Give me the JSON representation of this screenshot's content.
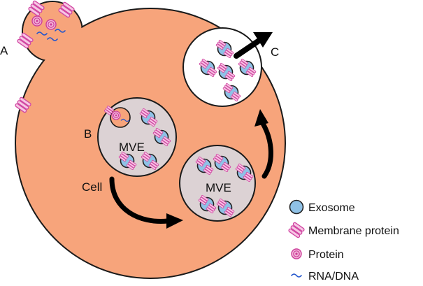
{
  "labels": {
    "a": "A",
    "b": "B",
    "c": "C",
    "cell": "Cell",
    "mve_1": "MVE",
    "mve_2": "MVE"
  },
  "legend": {
    "items": [
      {
        "icon": "exosome-icon",
        "label": "Exosome"
      },
      {
        "icon": "membrane-protein-icon",
        "label": "Membrane protein"
      },
      {
        "icon": "protein-icon",
        "label": "Protein"
      },
      {
        "icon": "rna-dna-icon",
        "label": "RNA/DNA"
      }
    ]
  },
  "colors": {
    "cell_fill": "#f7a47b",
    "mve_fill": "#dcd2d4",
    "exosome_fill": "#8fc1e6",
    "membrane_protein": "#d147a3",
    "protein": "#cc3d9a",
    "rna_dna": "#2255cc",
    "arrow": "#000000"
  }
}
